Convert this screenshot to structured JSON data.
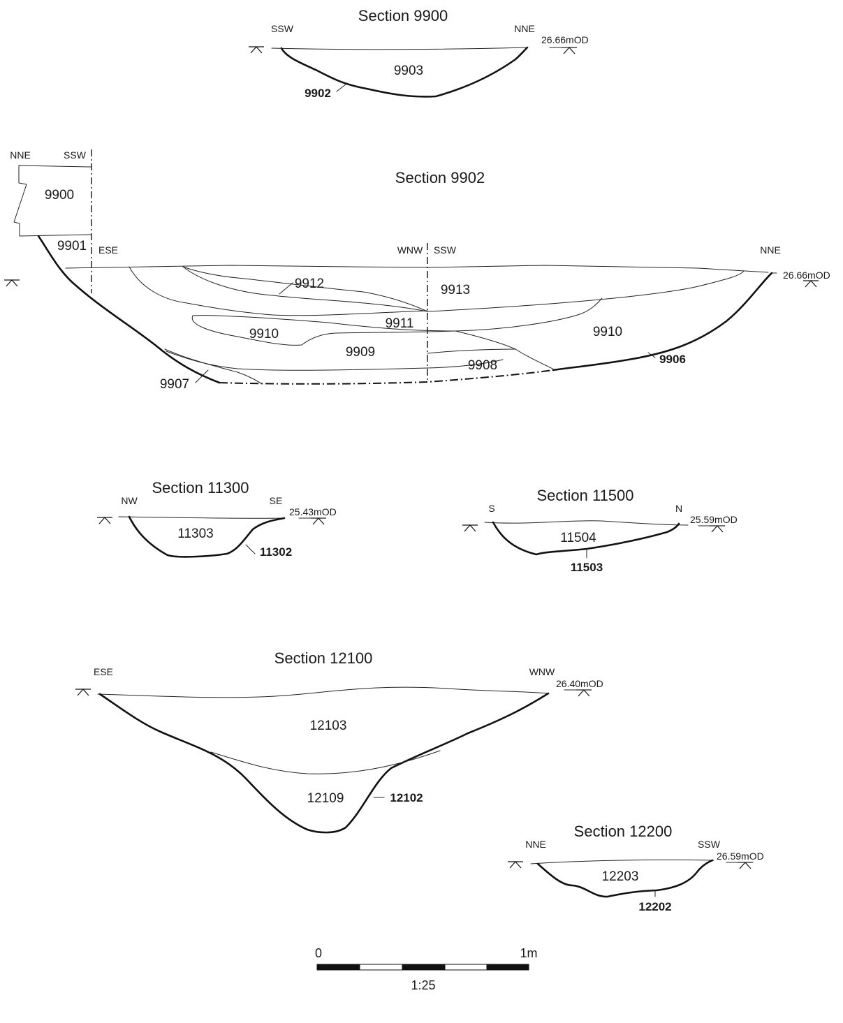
{
  "sections": [
    {
      "title": "Section 9900",
      "orientation": [
        "SSW",
        "NNE"
      ],
      "level": "26.66mOD",
      "contexts": [
        "9903"
      ],
      "cuts": [
        "9902"
      ]
    },
    {
      "title": "Section 9902",
      "orientation": [
        "NNE",
        "SSW",
        "ESE",
        "WNW",
        "SSW",
        "NNE"
      ],
      "level": "26.66mOD",
      "contexts": [
        "9900",
        "9901",
        "9912",
        "9913",
        "9911",
        "9910",
        "9909",
        "9910",
        "9908",
        "9907"
      ],
      "cuts": [
        "9906"
      ]
    },
    {
      "title": "Section 11300",
      "orientation": [
        "NW",
        "SE"
      ],
      "level": "25.43mOD",
      "contexts": [
        "11303"
      ],
      "cuts": [
        "11302"
      ]
    },
    {
      "title": "Section 11500",
      "orientation": [
        "S",
        "N"
      ],
      "level": "25.59mOD",
      "contexts": [
        "11504"
      ],
      "cuts": [
        "11503"
      ]
    },
    {
      "title": "Section 12100",
      "orientation": [
        "ESE",
        "WNW"
      ],
      "level": "26.40mOD",
      "contexts": [
        "12103",
        "12109"
      ],
      "cuts": [
        "12102"
      ]
    },
    {
      "title": "Section 12200",
      "orientation": [
        "NNE",
        "SSW"
      ],
      "level": "26.59mOD",
      "contexts": [
        "12203"
      ],
      "cuts": [
        "12202"
      ]
    }
  ],
  "scale_bar": {
    "start_label": "0",
    "end_label": "1m",
    "ratio": "1:25"
  }
}
